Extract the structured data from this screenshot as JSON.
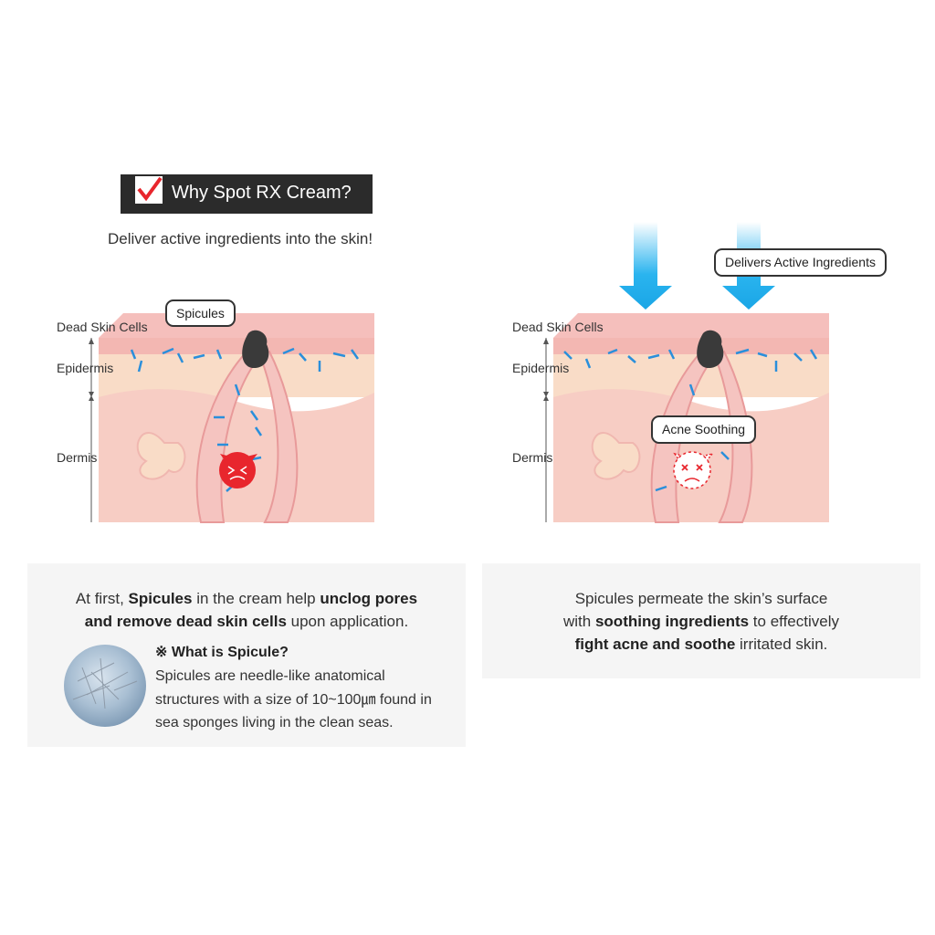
{
  "header": {
    "title": "Why Spot RX Cream?",
    "subtitle": "Deliver active ingredients into the skin!"
  },
  "left_diagram": {
    "labels": {
      "dead_skin_cells": "Dead Skin Cells",
      "epidermis": "Epidermis",
      "dermis": "Dermis"
    },
    "bubble": "Spicules"
  },
  "right_diagram": {
    "labels": {
      "dead_skin_cells": "Dead Skin Cells",
      "epidermis": "Epidermis",
      "dermis": "Dermis"
    },
    "bubble_delivers": "Delivers Active Ingredients",
    "bubble_acne": "Acne Soothing"
  },
  "left_panel": {
    "line1": {
      "a": "At first, ",
      "b": "Spicules",
      "c": " in the cream help ",
      "d": "unclog pores"
    },
    "line2": {
      "a": "and remove dead skin cells",
      "b": " upon application."
    },
    "what_title": "※ What is Spicule?",
    "what_body": "Spicules are needle-like anatomical structures with a size of 10~100㎛ found in sea sponges living in the clean seas."
  },
  "right_panel": {
    "line1": "Spicules permeate the skin’s surface",
    "line2": {
      "a": "with ",
      "b": "soothing ingredients",
      "c": " to effectively"
    },
    "line3": {
      "a": "fight acne and soothe",
      "b": " irritated skin."
    }
  },
  "colors": {
    "dark": "#2b2b2b",
    "check_red": "#e8262d",
    "skin_top": "#f5bfbc",
    "epidermis": "#f9dcc7",
    "dermis": "#f7cdc4",
    "spicule_blue": "#2a8fdb",
    "arrow_blue": "#2ab4ef",
    "acne_red": "#e8262d"
  }
}
